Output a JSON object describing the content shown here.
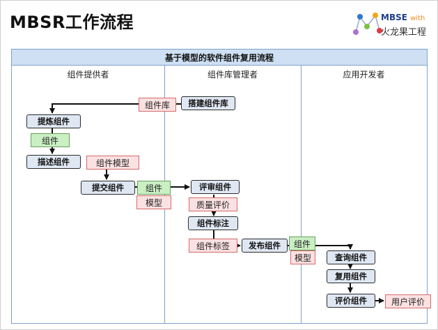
{
  "title": "MBSR工作流程",
  "logo": {
    "brand": "MBSE",
    "with": "with",
    "name": "火龙果工程"
  },
  "diagram": {
    "header": "基于模型的软件组件复用流程",
    "lanes": [
      "组件提供者",
      "组件库管理者",
      "应用开发者"
    ],
    "processes": {
      "build_lib": "搭建组件库",
      "extract": "提炼组件",
      "describe": "描述组件",
      "submit": "提交组件",
      "review": "评审组件",
      "label": "组件标注",
      "publish": "发布组件",
      "query": "查询组件",
      "reuse": "复用组件",
      "evaluate": "评价组件"
    },
    "artifacts": {
      "lib": "组件库",
      "comp1": "组件",
      "comp_model": "组件模型",
      "comp2": "组件",
      "model1": "模型",
      "quality": "质量评价",
      "comp_tag": "组件标签",
      "comp3": "组件",
      "model2": "模型",
      "user_eval": "用户评价"
    }
  }
}
